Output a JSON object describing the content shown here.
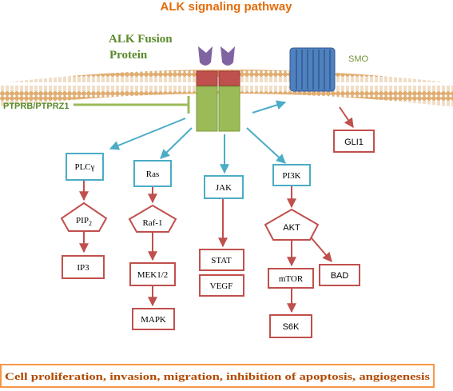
{
  "title": "ALK signaling pathway",
  "fusion_protein": {
    "line1": "ALK Fusion",
    "line2": "Protein"
  },
  "smo_label": "SMO",
  "inhibitor_label": "PTPRB/PTPRZ1",
  "nodes": {
    "gli1": "GLI1",
    "plcg": "PLCγ",
    "ras": "Ras",
    "jak": "JAK",
    "pi3k": "PI3K",
    "pip2_base": "PIP",
    "pip2_sub": "2",
    "ip3": "IP3",
    "raf1": "Raf-1",
    "mek": "MEK1/2",
    "mapk": "MAPK",
    "stat": "STAT",
    "vegf": "VEGF",
    "akt": "AKT",
    "mtor": "mTOR",
    "bad": "BAD",
    "s6k": "S6K"
  },
  "footer": "Cell proliferation, invasion, migration, inhibition of apoptosis, angiogenesis",
  "colors": {
    "title": "#e46c0a",
    "fusion_text": "#5a8a2a",
    "membrane": "#e8b97c",
    "receptor_top": "#8064a2",
    "receptor_mid": "#c0504d",
    "receptor_body": "#9bbb59",
    "smo": "#4f81bd",
    "arrow_blue": "#4bacc6",
    "arrow_red": "#c0504d",
    "inhibitor": "#9bbb59",
    "footer_border": "#f79646"
  }
}
